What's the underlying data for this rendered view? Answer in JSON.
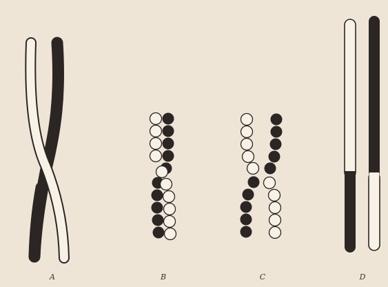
{
  "figure": {
    "labels": {
      "a": "A",
      "b": "B",
      "c": "C",
      "d": "D"
    }
  },
  "colors": {
    "background": "#efe5d6",
    "dark_strand": "#2b2624",
    "light_strand": "#f7f1e6",
    "outline": "#2b2624"
  }
}
